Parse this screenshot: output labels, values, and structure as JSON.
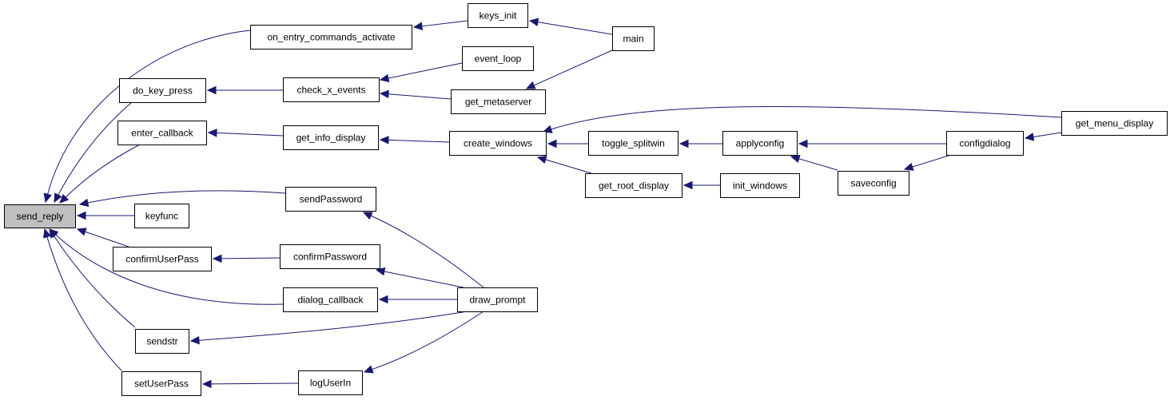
{
  "graph": {
    "colors": {
      "edge": "#191970",
      "node_fill": "#ffffff",
      "root_fill": "#bfbfbf",
      "border": "#000000"
    },
    "nodes": [
      {
        "id": "send_reply",
        "label": "send_reply",
        "root": true
      },
      {
        "id": "on_entry_commands_activate",
        "label": "on_entry_commands_activate"
      },
      {
        "id": "keys_init",
        "label": "keys_init"
      },
      {
        "id": "main",
        "label": "main"
      },
      {
        "id": "do_key_press",
        "label": "do_key_press"
      },
      {
        "id": "check_x_events",
        "label": "check_x_events"
      },
      {
        "id": "event_loop",
        "label": "event_loop"
      },
      {
        "id": "get_metaserver",
        "label": "get_metaserver"
      },
      {
        "id": "enter_callback",
        "label": "enter_callback"
      },
      {
        "id": "get_info_display",
        "label": "get_info_display"
      },
      {
        "id": "create_windows",
        "label": "create_windows"
      },
      {
        "id": "toggle_splitwin",
        "label": "toggle_splitwin"
      },
      {
        "id": "applyconfig",
        "label": "applyconfig"
      },
      {
        "id": "configdialog",
        "label": "configdialog"
      },
      {
        "id": "get_menu_display",
        "label": "get_menu_display"
      },
      {
        "id": "get_root_display",
        "label": "get_root_display"
      },
      {
        "id": "init_windows",
        "label": "init_windows"
      },
      {
        "id": "saveconfig",
        "label": "saveconfig"
      },
      {
        "id": "sendPassword",
        "label": "sendPassword"
      },
      {
        "id": "keyfunc",
        "label": "keyfunc"
      },
      {
        "id": "confirmUserPass",
        "label": "confirmUserPass"
      },
      {
        "id": "confirmPassword",
        "label": "confirmPassword"
      },
      {
        "id": "dialog_callback",
        "label": "dialog_callback"
      },
      {
        "id": "draw_prompt",
        "label": "draw_prompt"
      },
      {
        "id": "sendstr",
        "label": "sendstr"
      },
      {
        "id": "setUserPass",
        "label": "setUserPass"
      },
      {
        "id": "logUserIn",
        "label": "logUserIn"
      }
    ],
    "edges": [
      {
        "from": "on_entry_commands_activate",
        "to": "send_reply"
      },
      {
        "from": "do_key_press",
        "to": "send_reply"
      },
      {
        "from": "enter_callback",
        "to": "send_reply"
      },
      {
        "from": "sendPassword",
        "to": "send_reply"
      },
      {
        "from": "keyfunc",
        "to": "send_reply"
      },
      {
        "from": "confirmUserPass",
        "to": "send_reply"
      },
      {
        "from": "dialog_callback",
        "to": "send_reply"
      },
      {
        "from": "sendstr",
        "to": "send_reply"
      },
      {
        "from": "setUserPass",
        "to": "send_reply"
      },
      {
        "from": "keys_init",
        "to": "on_entry_commands_activate"
      },
      {
        "from": "main",
        "to": "keys_init"
      },
      {
        "from": "check_x_events",
        "to": "do_key_press"
      },
      {
        "from": "event_loop",
        "to": "check_x_events"
      },
      {
        "from": "get_metaserver",
        "to": "check_x_events"
      },
      {
        "from": "main",
        "to": "get_metaserver"
      },
      {
        "from": "get_info_display",
        "to": "enter_callback"
      },
      {
        "from": "create_windows",
        "to": "get_info_display"
      },
      {
        "from": "toggle_splitwin",
        "to": "create_windows"
      },
      {
        "from": "get_root_display",
        "to": "create_windows"
      },
      {
        "from": "get_menu_display",
        "to": "create_windows"
      },
      {
        "from": "applyconfig",
        "to": "toggle_splitwin"
      },
      {
        "from": "configdialog",
        "to": "applyconfig"
      },
      {
        "from": "saveconfig",
        "to": "applyconfig"
      },
      {
        "from": "configdialog",
        "to": "saveconfig"
      },
      {
        "from": "get_menu_display",
        "to": "configdialog"
      },
      {
        "from": "init_windows",
        "to": "get_root_display"
      },
      {
        "from": "draw_prompt",
        "to": "sendPassword"
      },
      {
        "from": "confirmPassword",
        "to": "confirmUserPass"
      },
      {
        "from": "draw_prompt",
        "to": "confirmPassword"
      },
      {
        "from": "draw_prompt",
        "to": "dialog_callback"
      },
      {
        "from": "draw_prompt",
        "to": "sendstr"
      },
      {
        "from": "logUserIn",
        "to": "setUserPass"
      },
      {
        "from": "draw_prompt",
        "to": "logUserIn"
      }
    ]
  }
}
